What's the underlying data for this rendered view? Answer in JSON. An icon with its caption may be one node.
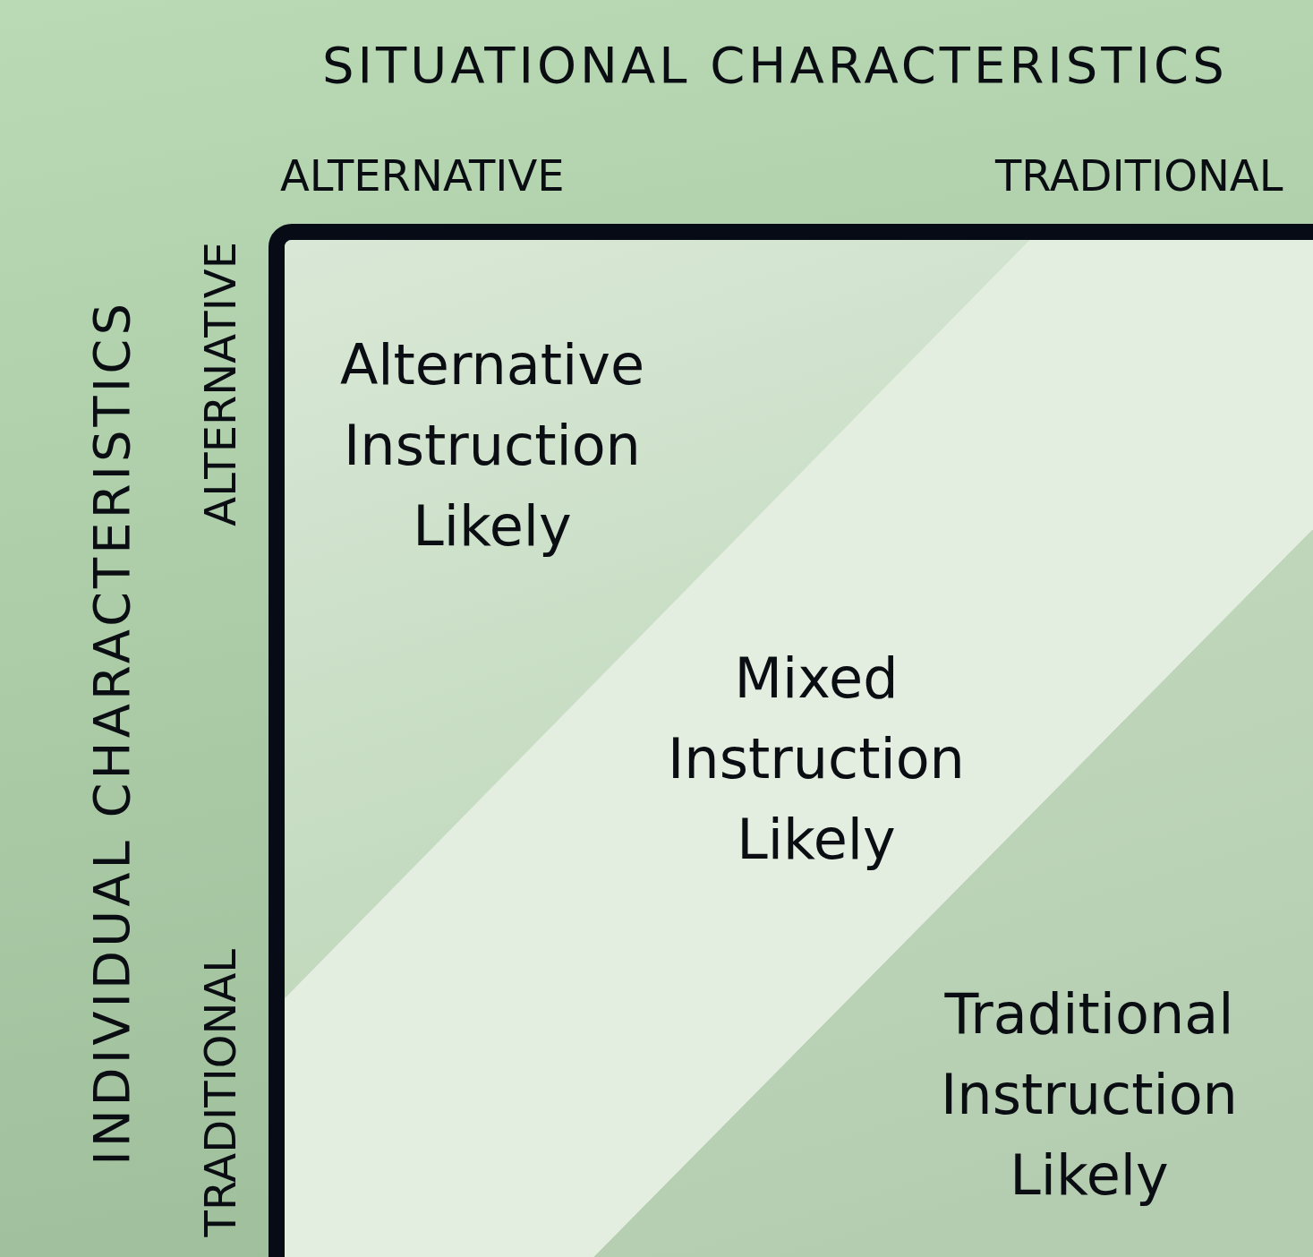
{
  "diagram": {
    "nodes": [
      {
        "text": [
          "Alternative Instruction Likely"
        ]
      },
      {
        "text": [
          "Mixed Instruction Likely"
        ]
      },
      {
        "text": [
          "Traditional Instruction Likely"
        ]
      }
    ],
    "labels": [
      "SITUATIONAL CHARACTERISTICS",
      "ALTERNATIVE",
      "TRADITIONAL",
      "INDIVIDUAL CHARACTERISTICS",
      "ALTERNATIVE",
      "TRADITIONAL"
    ]
  }
}
